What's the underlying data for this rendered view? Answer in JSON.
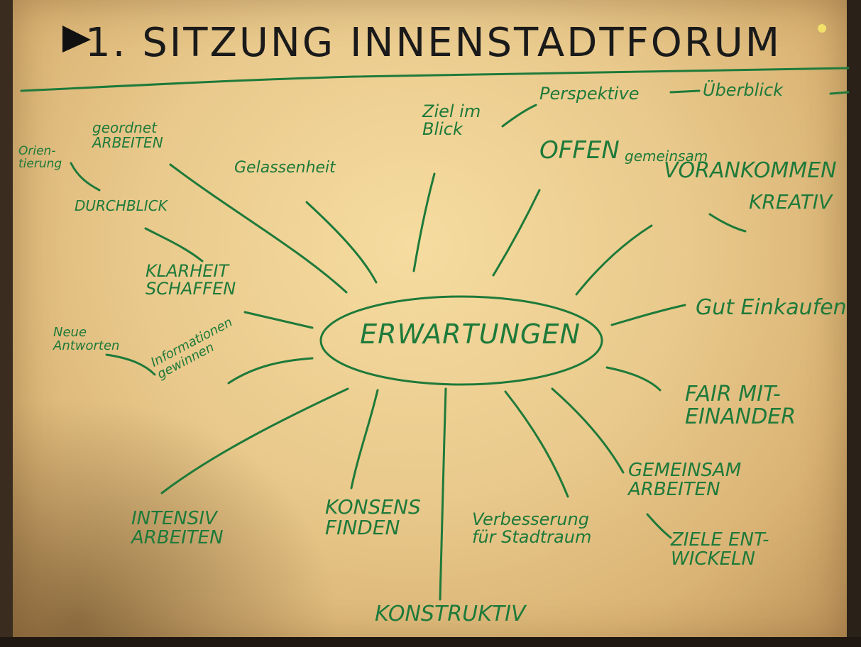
{
  "title": "1. SITZUNG INNENSTADTFORUM",
  "center": "ERWARTUNGEN",
  "notes": {
    "orientierung": "Orien-\ntierung",
    "geordnet": "geordnet\nARBEITEN",
    "durchblick": "DURCHBLICK",
    "gelassenheit": "Gelassenheit",
    "ziel": "Ziel im\nBlick",
    "perspektive": "Perspektive",
    "ueberblick": "Überblick",
    "offen": "OFFEN",
    "gemeinsam": "gemeinsam",
    "vorankommen": "VORANKOMMEN",
    "kreativ": "KREATIV",
    "klarheit": "KLARHEIT\nSCHAFFEN",
    "gut_einkaufen": "Gut Einkaufen",
    "neue_antworten": "Neue\nAntworten",
    "informationen": "Informationen\ngewinnen",
    "fair": "FAIR MIT-\nEINANDER",
    "gemeinsam_arbeiten": "GEMEINSAM\nARBEITEN",
    "ziele": "ZIELE ENT-\nWICKELN",
    "intensiv": "INTENSIV\nARBEITEN",
    "konsens": "KONSENS\nFINDEN",
    "verbesserung": "Verbesserung\nfür Stadtraum",
    "konstruktiv": "KONSTRUKTIV"
  },
  "colors": {
    "ink_green": "#1e7a3a",
    "ink_black": "#1a1a1a",
    "paper": "#f2d69c"
  }
}
